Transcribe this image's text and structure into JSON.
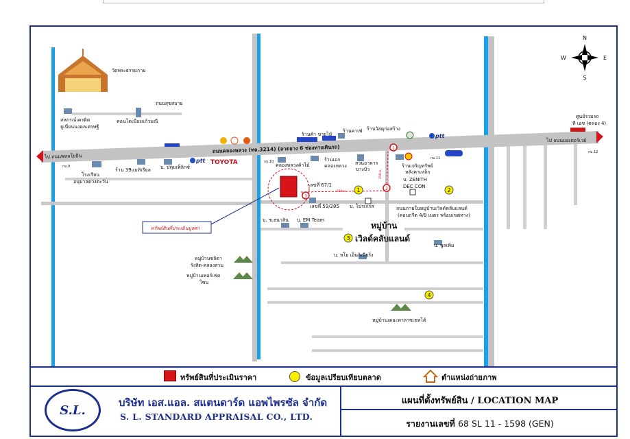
{
  "roads": {
    "main": "ถนนคลองหลวง (ทล.3214) (ลาดยาง 6 ช่องทางเดินรถ)",
    "to_left": "ไป ถนนพหลโยธิน",
    "to_right": "ไป ถนนมอเตอร์เวย์",
    "suksabai": "ถนนสุขสบาย",
    "inner": "ถนนภายในหมู่บ้านเวิลด์คลับแลนด์",
    "inner2": "(คอนกรีต 4/8 เมตร พร้อมเขตทาง)",
    "km_right": "กม.12",
    "km_left": "กม.9",
    "km_mid": "กม.10",
    "km_mid2": "กม.11",
    "dist1": "558 ม.",
    "dist2": "258 ม.",
    "north": "N",
    "south": "S",
    "east": "E",
    "west": "W"
  },
  "places": {
    "temple": "วัดพระธรรมกาย",
    "coop1": "สหกรณ์เครดิต",
    "coop2": "ยูเนี่ยนมงคลเศรษฐี",
    "condo": "คอนโดเมืองแก้วมณี",
    "ptt_left": "ptt",
    "school1": "โรงเรียน",
    "school2": "อนุบาลดวงตะวัน",
    "store39": "ร้าน 39แมทิเรียล",
    "pumpetch": "บ. ปทุมเพ็ลิกซ์",
    "toyota": "TOYOTA",
    "tiles": "คลองหลวงค้าไม้",
    "ek1": "ร้านเอก",
    "ek2": "คลองหลวง",
    "food1": "สวนอาหาร",
    "food2": "บางบัว",
    "wood": "ร้านค้า ขายไม้",
    "cafe": "ร้านคาเฟ่",
    "temple_build": "ร้านวัสดุก่อสร้าง",
    "ptt_right": "ptt",
    "charoen1": "ร้านเจริญทรัพย์",
    "charoen2": "หลังคาเหล็ก",
    "zenith1": "บ. ZENITH",
    "zenith2": "DEC CON",
    "house1": "เลขที่ 67/1",
    "house2": "เลขที่ 59/285",
    "propas": "บ. โปรเกรส",
    "thanasin": "บ. ช.ธนาสิน",
    "emteam": "บ. EM Team",
    "village_title1": "หมู่บ้าน",
    "village_title2": "เวิลด์คลับแลนด์",
    "poonpoem": "บ. พูลเพิ่ม",
    "taiyo": "บ. ทโย เอ็นจิเนียริ่ง",
    "chalida1": "หมู่บ้านชลิดา",
    "chalida2": "รังสิต-คลองสาม",
    "perfect1": "หมู่บ้านเพอร์เฟค",
    "perfect2": "โซน",
    "leplateau": "หมู่บ้านเดอะพาลาซเชลโต้",
    "service1": "ศูนย์รวมรถ",
    "service2": "ที เอช (คลอง 4)",
    "subject_label": "ทรัพย์สินที่ประเมินมูลค่า"
  },
  "markers": {
    "m1": "1",
    "m2": "2",
    "m3": "3",
    "m4": "4"
  },
  "legend": {
    "subject": "ทรัพย์สินที่ประเมินราคา",
    "comparable": "ข้อมูลเปรียบเทียบตลาด",
    "photo": "ตำแหน่งถ่ายภาพ"
  },
  "footer": {
    "logo_text": "S.L.",
    "company_th": "บริษัท เอส.แอล. สแตนดาร์ด แอพไพรซัล จำกัด",
    "company_en": "S. L. STANDARD APPRAISAL CO., LTD.",
    "map_title": "แผนที่ตั้งทรัพย์สิน / LOCATION MAP",
    "report_prefix": "รายงานเลขที่",
    "report_no": "68 SL 11 - 1598 (GEN)"
  },
  "colors": {
    "border": "#1d2f8c",
    "road": "#c8c8c8",
    "canal": "#1aa0e8",
    "subject": "#d8141a",
    "marker": "#f7ee00"
  }
}
